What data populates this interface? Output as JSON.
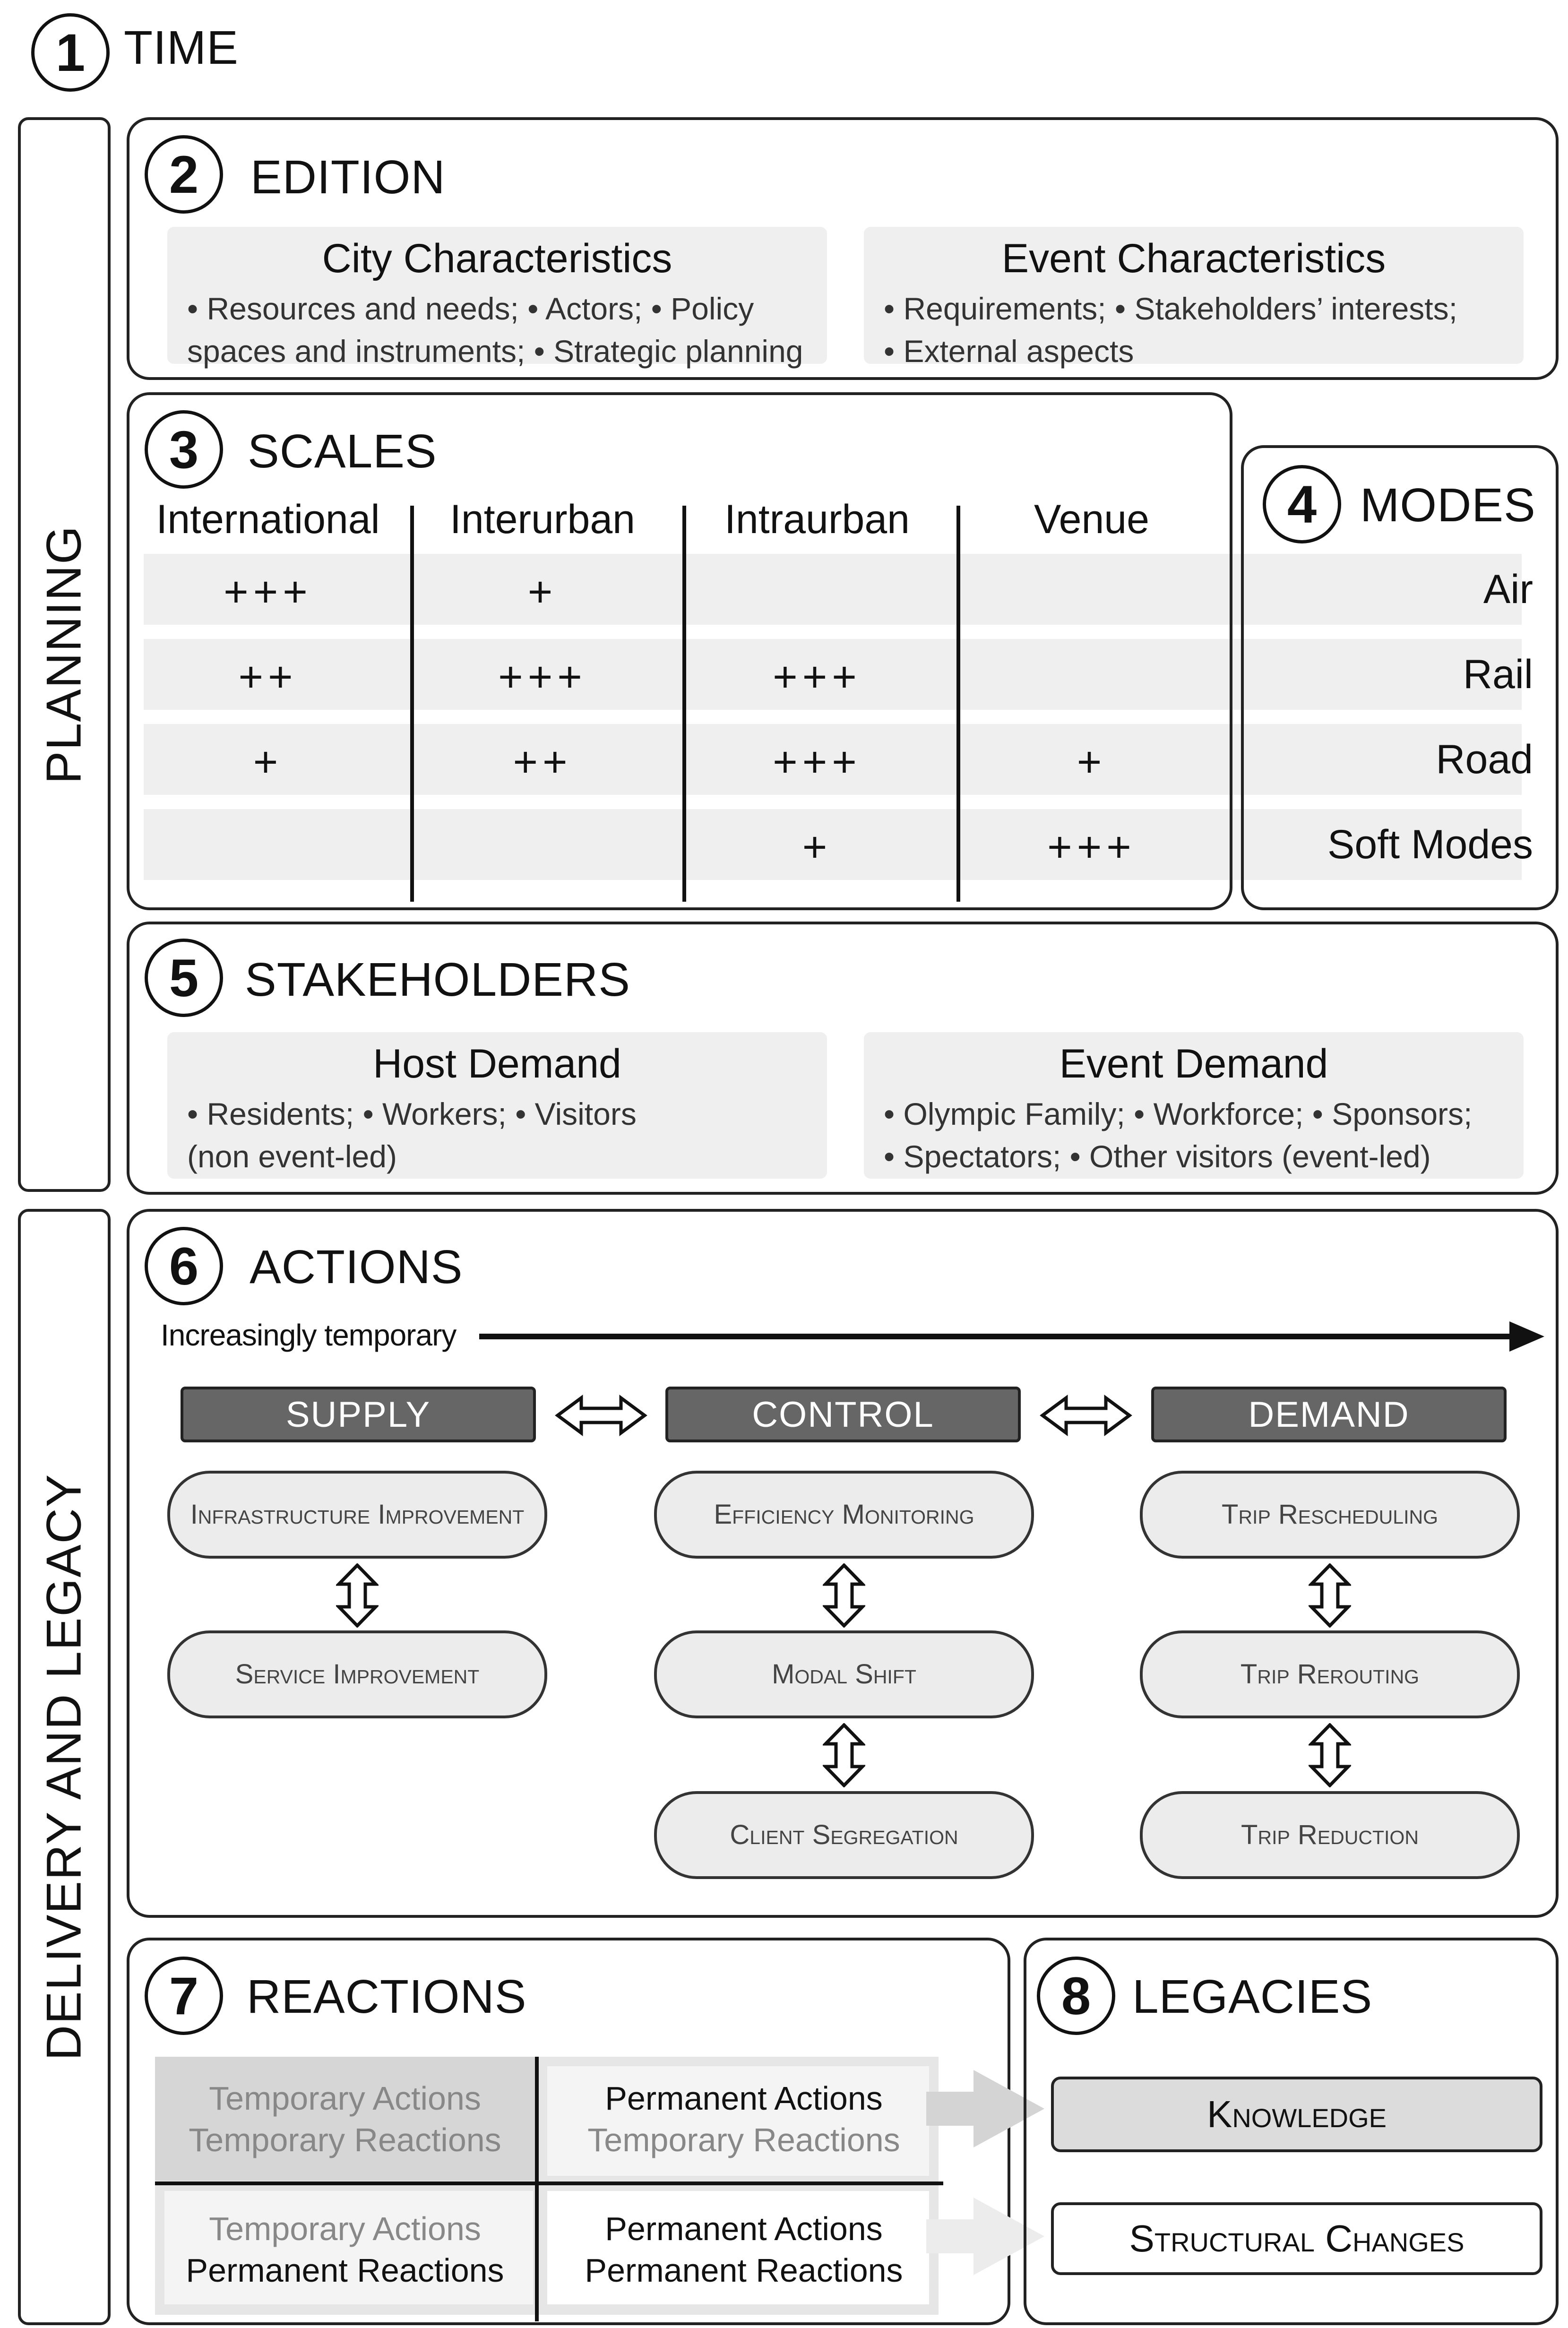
{
  "time": {
    "number": "1",
    "label": "TIME"
  },
  "side": {
    "planning": "PLANNING",
    "delivery": "DELIVERY AND LEGACY"
  },
  "edition": {
    "number": "2",
    "title": "EDITION",
    "city": {
      "title": "City Characteristics",
      "line1": "• Resources and needs; • Actors; • Policy",
      "line2": "spaces and instruments; • Strategic planning"
    },
    "event": {
      "title": "Event Characteristics",
      "line1": "• Requirements; • Stakeholders’ interests;",
      "line2": "• External aspects"
    }
  },
  "scales": {
    "number": "3",
    "title": "SCALES",
    "headers": [
      "International",
      "Interurban",
      "Intraurban",
      "Venue"
    ],
    "rows": [
      [
        "+++",
        "+",
        "",
        ""
      ],
      [
        "++",
        "+++",
        "+++",
        ""
      ],
      [
        "+",
        "++",
        "+++",
        "+"
      ],
      [
        "",
        "",
        "+",
        "+++"
      ]
    ]
  },
  "modes": {
    "number": "4",
    "title": "MODES",
    "items": [
      "Air",
      "Rail",
      "Road",
      "Soft Modes"
    ]
  },
  "stakeholders": {
    "number": "5",
    "title": "STAKEHOLDERS",
    "host": {
      "title": "Host Demand",
      "line1": "• Residents; • Workers; • Visitors",
      "line2": "(non event-led)"
    },
    "event": {
      "title": "Event Demand",
      "line1": "• Olympic Family; • Workforce; • Sponsors;",
      "line2": "• Spectators; • Other visitors (event-led)"
    }
  },
  "actions": {
    "number": "6",
    "title": "ACTIONS",
    "axis_label": "Increasingly temporary",
    "supply": {
      "label": "SUPPLY",
      "items": [
        "Infrastructure Improvement",
        "Service Improvement"
      ]
    },
    "control": {
      "label": "CONTROL",
      "items": [
        "Efficiency Monitoring",
        "Modal Shift",
        "Client Segregation"
      ]
    },
    "demand": {
      "label": "DEMAND",
      "items": [
        "Trip Rescheduling",
        "Trip Rerouting",
        "Trip Reduction"
      ]
    }
  },
  "reactions": {
    "number": "7",
    "title": "REACTIONS",
    "q1": {
      "a": "Temporary Actions",
      "b": "Temporary Reactions"
    },
    "q2": {
      "a": "Permanent Actions",
      "b": "Temporary Reactions"
    },
    "q3": {
      "a": "Temporary Actions",
      "b": "Permanent Reactions"
    },
    "q4": {
      "a": "Permanent Actions",
      "b": "Permanent Reactions"
    }
  },
  "legacies": {
    "number": "8",
    "title": "LEGACIES",
    "knowledge": "Knowledge",
    "structural": "Structural Changes"
  }
}
